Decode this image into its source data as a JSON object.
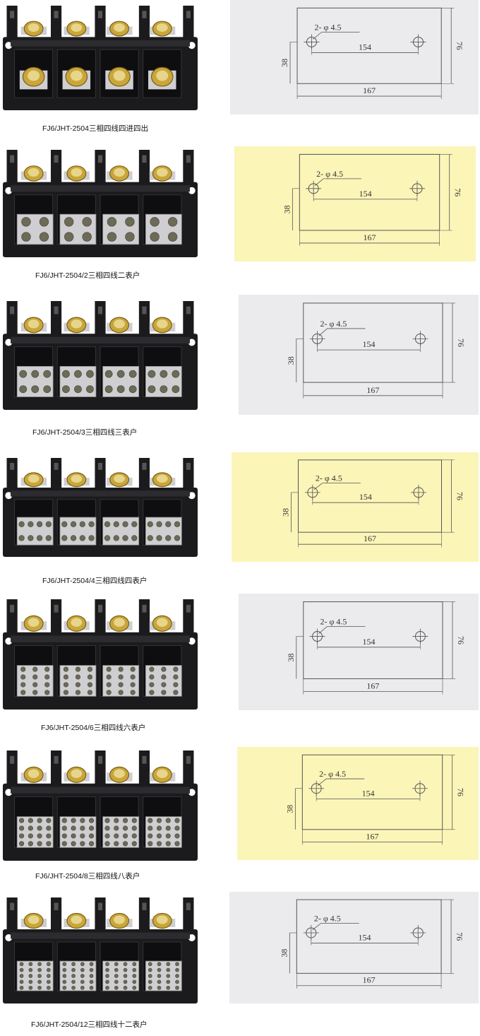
{
  "colors": {
    "block_body": "#1b1b1d",
    "panel_gray": "#ebebed",
    "panel_yellow": "#fbf5b8",
    "brass": "#c9a63a",
    "steel": "#cfcfd2"
  },
  "drawing": {
    "hole_label": "2- φ 4.5",
    "height_dim": "76",
    "side_dim": "38",
    "hole_spacing": "154",
    "overall_length": "167"
  },
  "products": [
    {
      "caption": "FJ6/JHT-2504三相四线四进四出",
      "panel": "gray",
      "outlet_grid": "none"
    },
    {
      "caption": "FJ6/JHT-2504/2三相四线二表户",
      "panel": "yellow",
      "outlet_grid": "2x2"
    },
    {
      "caption": "FJ6/JHT-2504/3三相四线三表户",
      "panel": "gray",
      "outlet_grid": "3x2"
    },
    {
      "caption": "FJ6/JHT-2504/4三相四线四表户",
      "panel": "yellow",
      "outlet_grid": "4x2"
    },
    {
      "caption": "FJ6/JHT-2504/6三相四线六表户",
      "panel": "gray",
      "outlet_grid": "3x4"
    },
    {
      "caption": "FJ6/JHT-2504/8三相四线八表户",
      "panel": "yellow",
      "outlet_grid": "4x4"
    },
    {
      "caption": "FJ6/JHT-2504/12三相四线十二表户",
      "panel": "gray",
      "outlet_grid": "4x5"
    }
  ]
}
